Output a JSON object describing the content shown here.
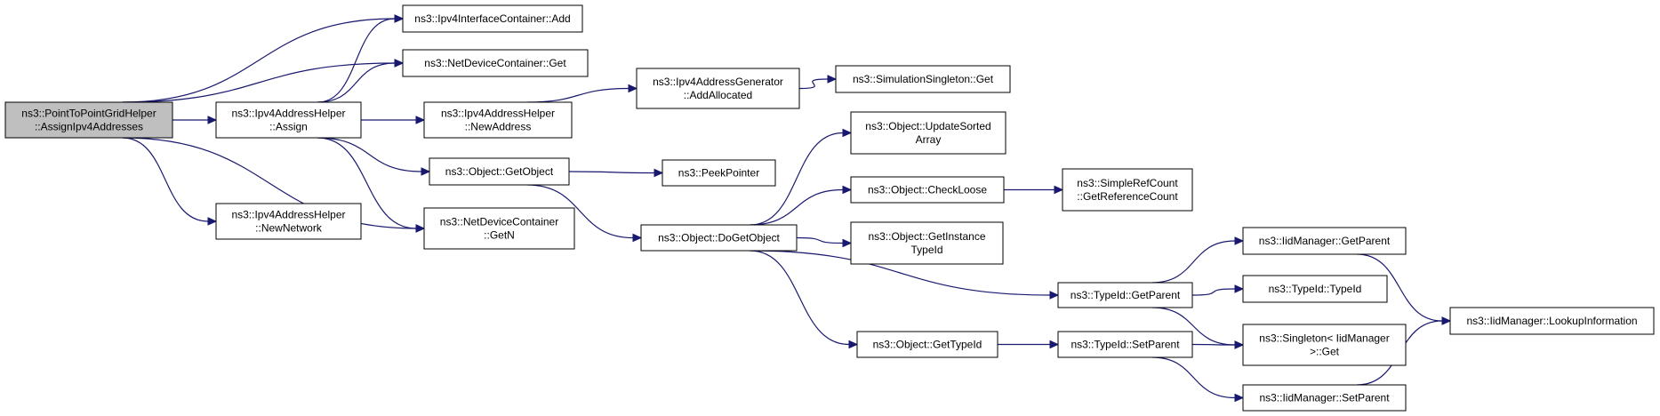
{
  "nodes": [
    {
      "id": "root",
      "lines": [
        "ns3::PointToPointGridHelper",
        "::AssignIpv4Addresses"
      ],
      "root": true
    },
    {
      "id": "ic_add",
      "lines": [
        "ns3::Ipv4InterfaceContainer::Add"
      ]
    },
    {
      "id": "ndc_get",
      "lines": [
        "ns3::NetDeviceContainer::Get"
      ]
    },
    {
      "id": "ah_assign",
      "lines": [
        "ns3::Ipv4AddressHelper",
        "::Assign"
      ]
    },
    {
      "id": "ah_newnet",
      "lines": [
        "ns3::Ipv4AddressHelper",
        "::NewNetwork"
      ]
    },
    {
      "id": "ah_newaddr",
      "lines": [
        "ns3::Ipv4AddressHelper",
        "::NewAddress"
      ]
    },
    {
      "id": "obj_getobject",
      "lines": [
        "ns3::Object::GetObject"
      ]
    },
    {
      "id": "ndc_getn",
      "lines": [
        "ns3::NetDeviceContainer",
        "::GetN"
      ]
    },
    {
      "id": "ag_addalloc",
      "lines": [
        "ns3::Ipv4AddressGenerator",
        "::AddAllocated"
      ]
    },
    {
      "id": "peekpointer",
      "lines": [
        "ns3::PeekPointer"
      ]
    },
    {
      "id": "obj_dogetobject",
      "lines": [
        "ns3::Object::DoGetObject"
      ]
    },
    {
      "id": "simsingleton_get",
      "lines": [
        "ns3::SimulationSingleton::Get"
      ]
    },
    {
      "id": "obj_updatesorted",
      "lines": [
        "ns3::Object::UpdateSorted",
        "Array"
      ]
    },
    {
      "id": "obj_checkloose",
      "lines": [
        "ns3::Object::CheckLoose"
      ]
    },
    {
      "id": "obj_getinstance",
      "lines": [
        "ns3::Object::GetInstance",
        "TypeId"
      ]
    },
    {
      "id": "obj_gettypeid",
      "lines": [
        "ns3::Object::GetTypeId"
      ]
    },
    {
      "id": "srefcount",
      "lines": [
        "ns3::SimpleRefCount",
        "::GetReferenceCount"
      ]
    },
    {
      "id": "typeid_getparent",
      "lines": [
        "ns3::TypeId::GetParent"
      ]
    },
    {
      "id": "typeid_setparent",
      "lines": [
        "ns3::TypeId::SetParent"
      ]
    },
    {
      "id": "iid_getparent",
      "lines": [
        "ns3::IidManager::GetParent"
      ]
    },
    {
      "id": "typeid_typeid",
      "lines": [
        "ns3::TypeId::TypeId"
      ]
    },
    {
      "id": "singleton_get",
      "lines": [
        "ns3::Singleton< IidManager",
        ">::Get"
      ]
    },
    {
      "id": "iid_setparent",
      "lines": [
        "ns3::IidManager::SetParent"
      ]
    },
    {
      "id": "iid_lookup",
      "lines": [
        "ns3::IidManager::LookupInformation"
      ]
    }
  ],
  "edges": [
    [
      "root",
      "ic_add"
    ],
    [
      "root",
      "ndc_get"
    ],
    [
      "root",
      "ah_assign"
    ],
    [
      "root",
      "ah_newnet"
    ],
    [
      "root",
      "ndc_getn"
    ],
    [
      "ah_assign",
      "ic_add"
    ],
    [
      "ah_assign",
      "ndc_get"
    ],
    [
      "ah_assign",
      "ah_newaddr"
    ],
    [
      "ah_assign",
      "obj_getobject"
    ],
    [
      "ah_assign",
      "ndc_getn"
    ],
    [
      "ah_newaddr",
      "ag_addalloc"
    ],
    [
      "ag_addalloc",
      "simsingleton_get"
    ],
    [
      "obj_getobject",
      "peekpointer"
    ],
    [
      "obj_getobject",
      "obj_dogetobject"
    ],
    [
      "obj_dogetobject",
      "obj_updatesorted"
    ],
    [
      "obj_dogetobject",
      "obj_checkloose"
    ],
    [
      "obj_dogetobject",
      "obj_getinstance"
    ],
    [
      "obj_dogetobject",
      "typeid_getparent"
    ],
    [
      "obj_dogetobject",
      "obj_gettypeid"
    ],
    [
      "obj_checkloose",
      "srefcount"
    ],
    [
      "obj_gettypeid",
      "typeid_setparent"
    ],
    [
      "typeid_getparent",
      "iid_getparent"
    ],
    [
      "typeid_getparent",
      "typeid_typeid"
    ],
    [
      "typeid_getparent",
      "singleton_get"
    ],
    [
      "typeid_setparent",
      "singleton_get"
    ],
    [
      "typeid_setparent",
      "iid_setparent"
    ],
    [
      "iid_getparent",
      "iid_lookup"
    ],
    [
      "iid_setparent",
      "iid_lookup"
    ]
  ],
  "colors": {
    "edge": "#191970",
    "root_fill": "#bfbfbf",
    "node_fill": "#ffffff",
    "node_border": "#000000"
  }
}
